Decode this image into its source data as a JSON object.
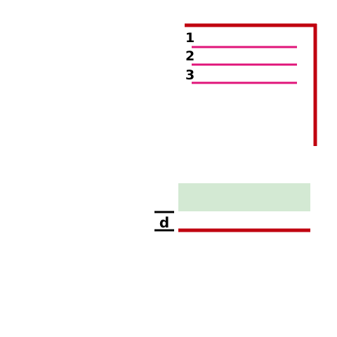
{
  "colors": {
    "frame": "#c0000f",
    "lines": "#e0157a",
    "band": "#d3e9d3",
    "text": "#000000",
    "background": "#ffffff"
  },
  "lines": [
    {
      "label": "1"
    },
    {
      "label": "2"
    },
    {
      "label": "3"
    }
  ],
  "bottom": {
    "label": "d"
  }
}
